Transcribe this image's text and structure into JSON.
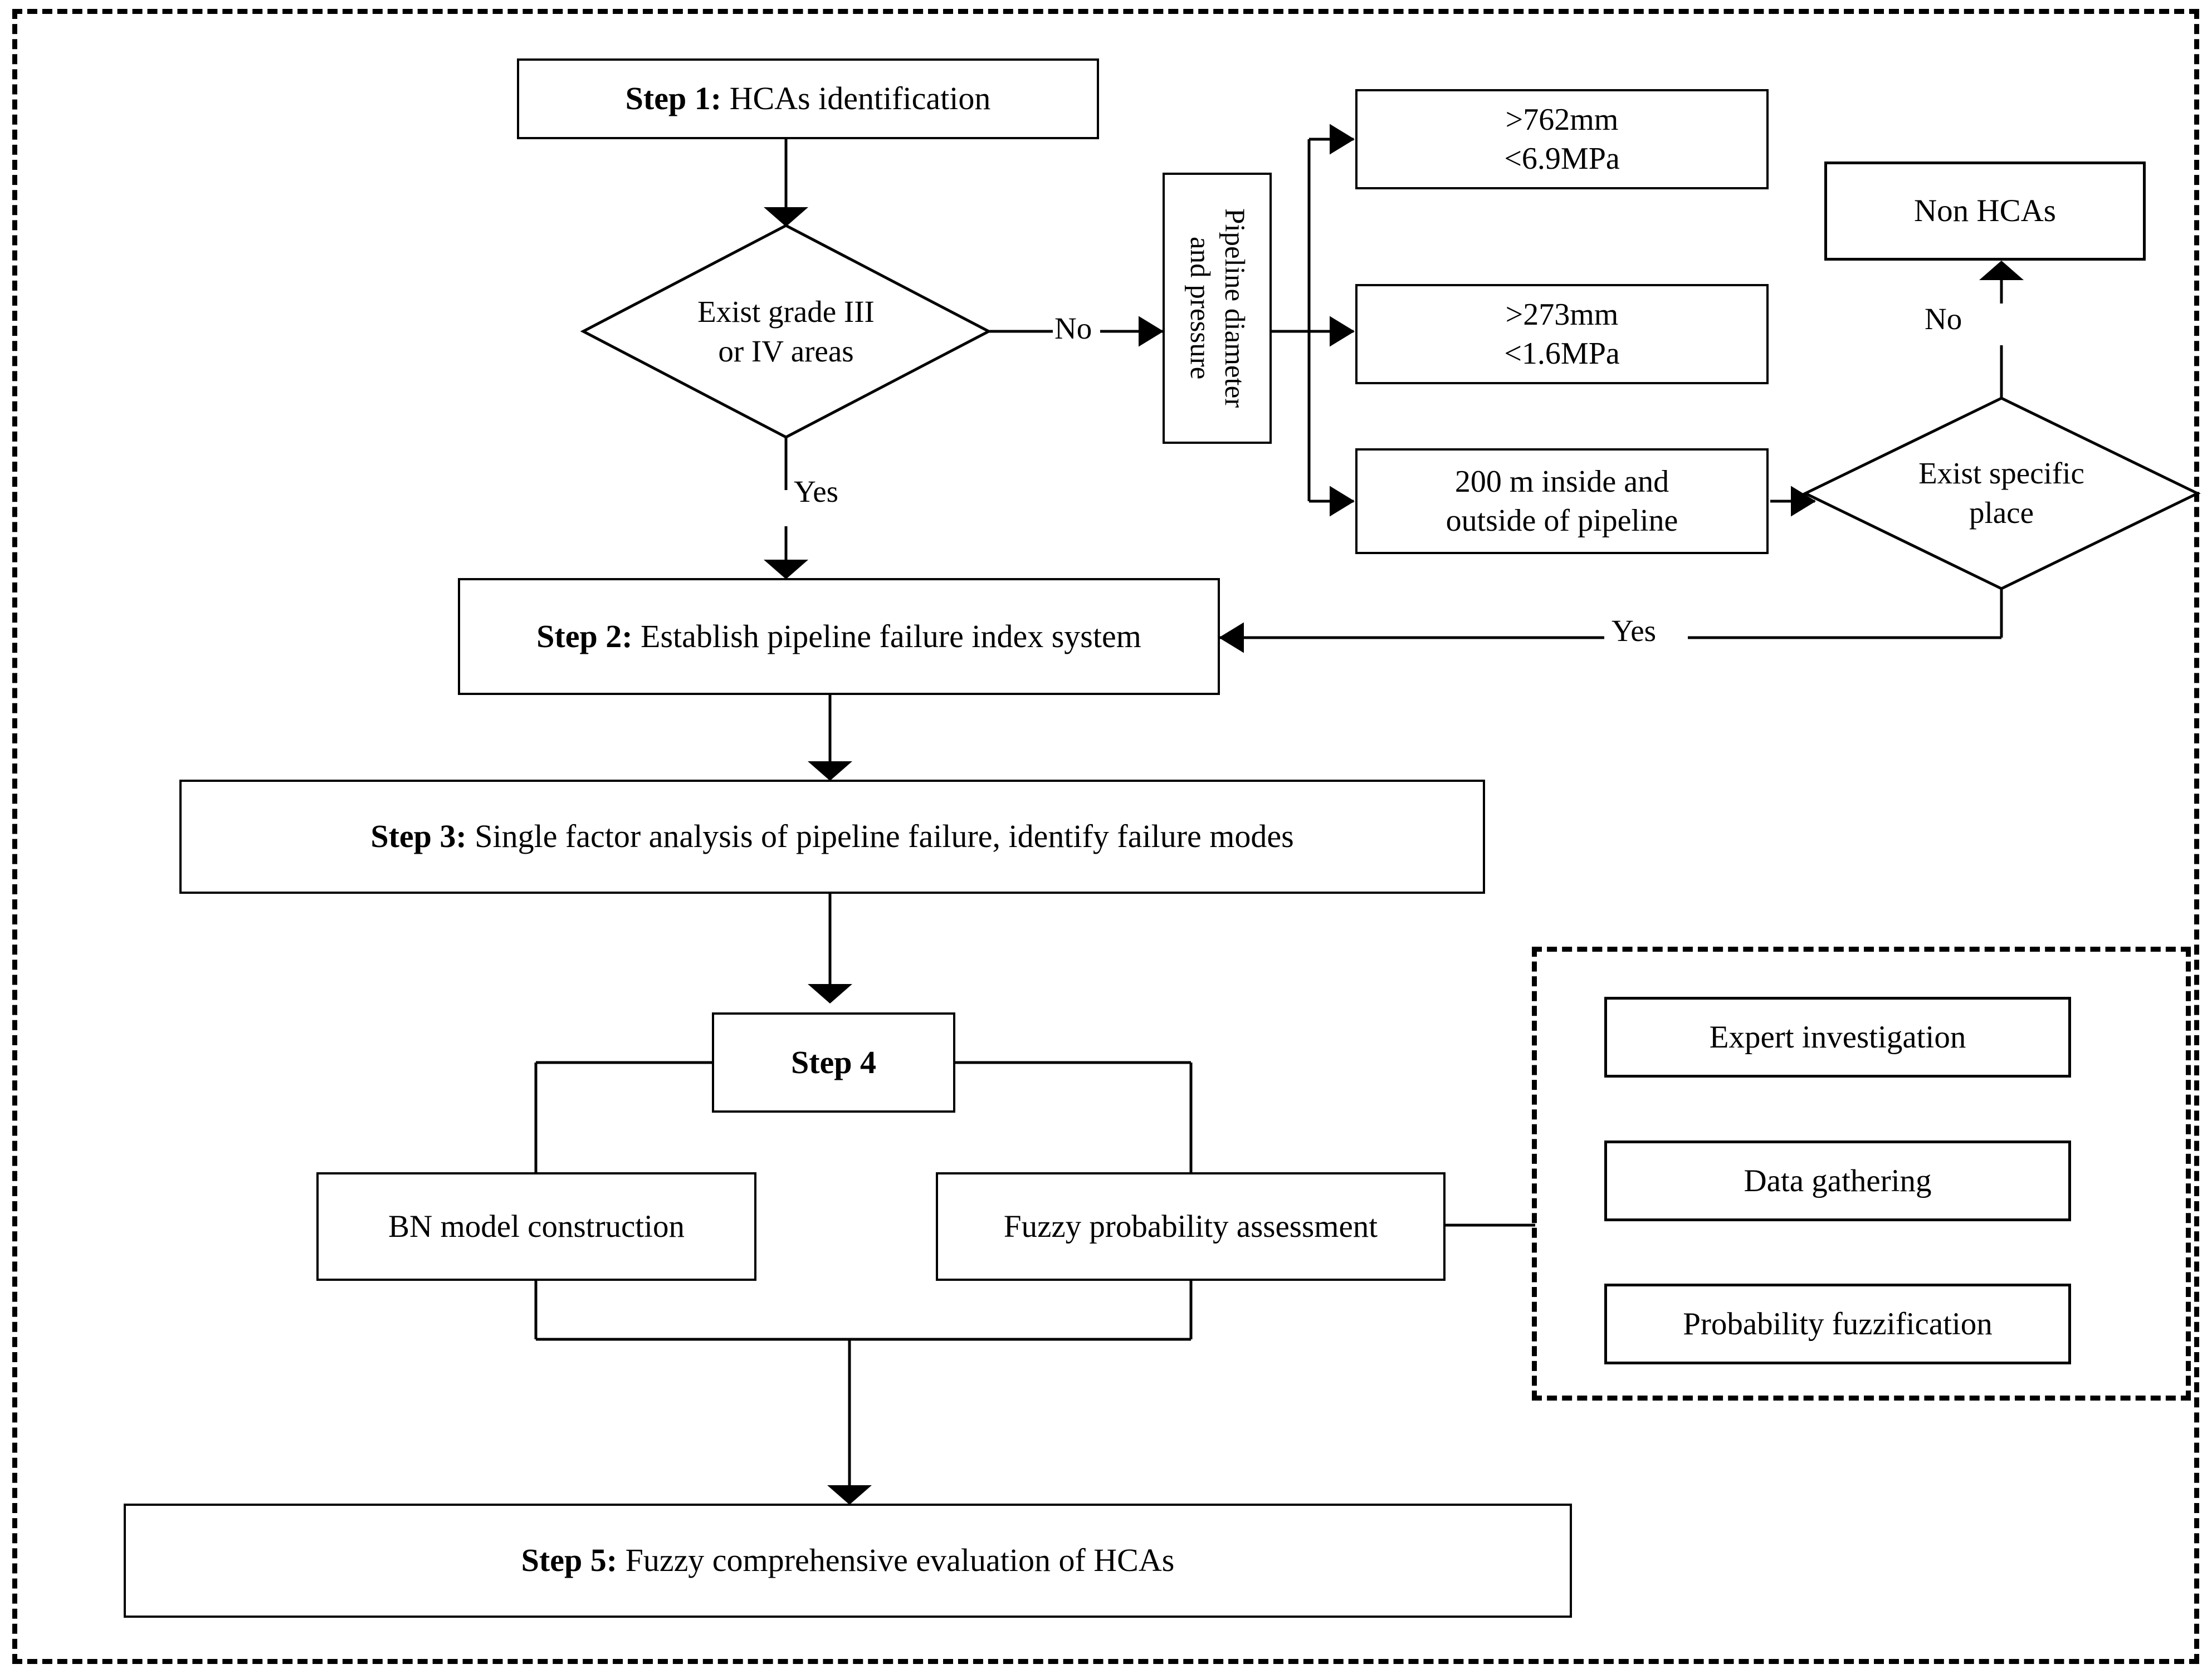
{
  "diagram": {
    "title_implicit": "HCAs identification and fuzzy comprehensive evaluation flowchart",
    "steps": {
      "step1": {
        "prefix": "Step 1:",
        "text": " HCAs identification"
      },
      "step2": {
        "prefix": "Step 2:",
        "text": " Establish pipeline failure index system"
      },
      "step3": {
        "prefix": "Step 3:",
        "text": " Single factor analysis of pipeline failure, identify failure modes"
      },
      "step4": {
        "prefix": "Step 4",
        "text": ""
      },
      "step5": {
        "prefix": "Step 5:",
        "text": " Fuzzy comprehensive evaluation of HCAs"
      }
    },
    "decisions": {
      "grade_areas": {
        "line1": "Exist grade III",
        "line2": "or IV areas"
      },
      "specific_place": {
        "line1": "Exist specific",
        "line2": "place"
      }
    },
    "boxes": {
      "pipeline_diameter": {
        "line1": "Pipeline diameter",
        "line2": "and pressure"
      },
      "criteria_1": {
        "line1": ">762mm",
        "line2": "<6.9MPa"
      },
      "criteria_2": {
        "line1": ">273mm",
        "line2": "<1.6MPa"
      },
      "criteria_3": {
        "line1": "200 m inside and",
        "line2": "outside of pipeline"
      },
      "non_hcas": {
        "label": "Non HCAs"
      },
      "bn_model": {
        "label": "BN model construction"
      },
      "fuzzy_prob": {
        "label": "Fuzzy probability assessment"
      }
    },
    "sidepanel": {
      "items": [
        {
          "label": "Expert investigation"
        },
        {
          "label": "Data gathering"
        },
        {
          "label": "Probability fuzzification"
        }
      ]
    },
    "edge_labels": {
      "no_grade": "No",
      "yes_grade": "Yes",
      "no_specific": "No",
      "yes_specific": "Yes"
    },
    "colors": {
      "stroke": "#000000",
      "fill": "#ffffff",
      "text": "#000000"
    }
  }
}
